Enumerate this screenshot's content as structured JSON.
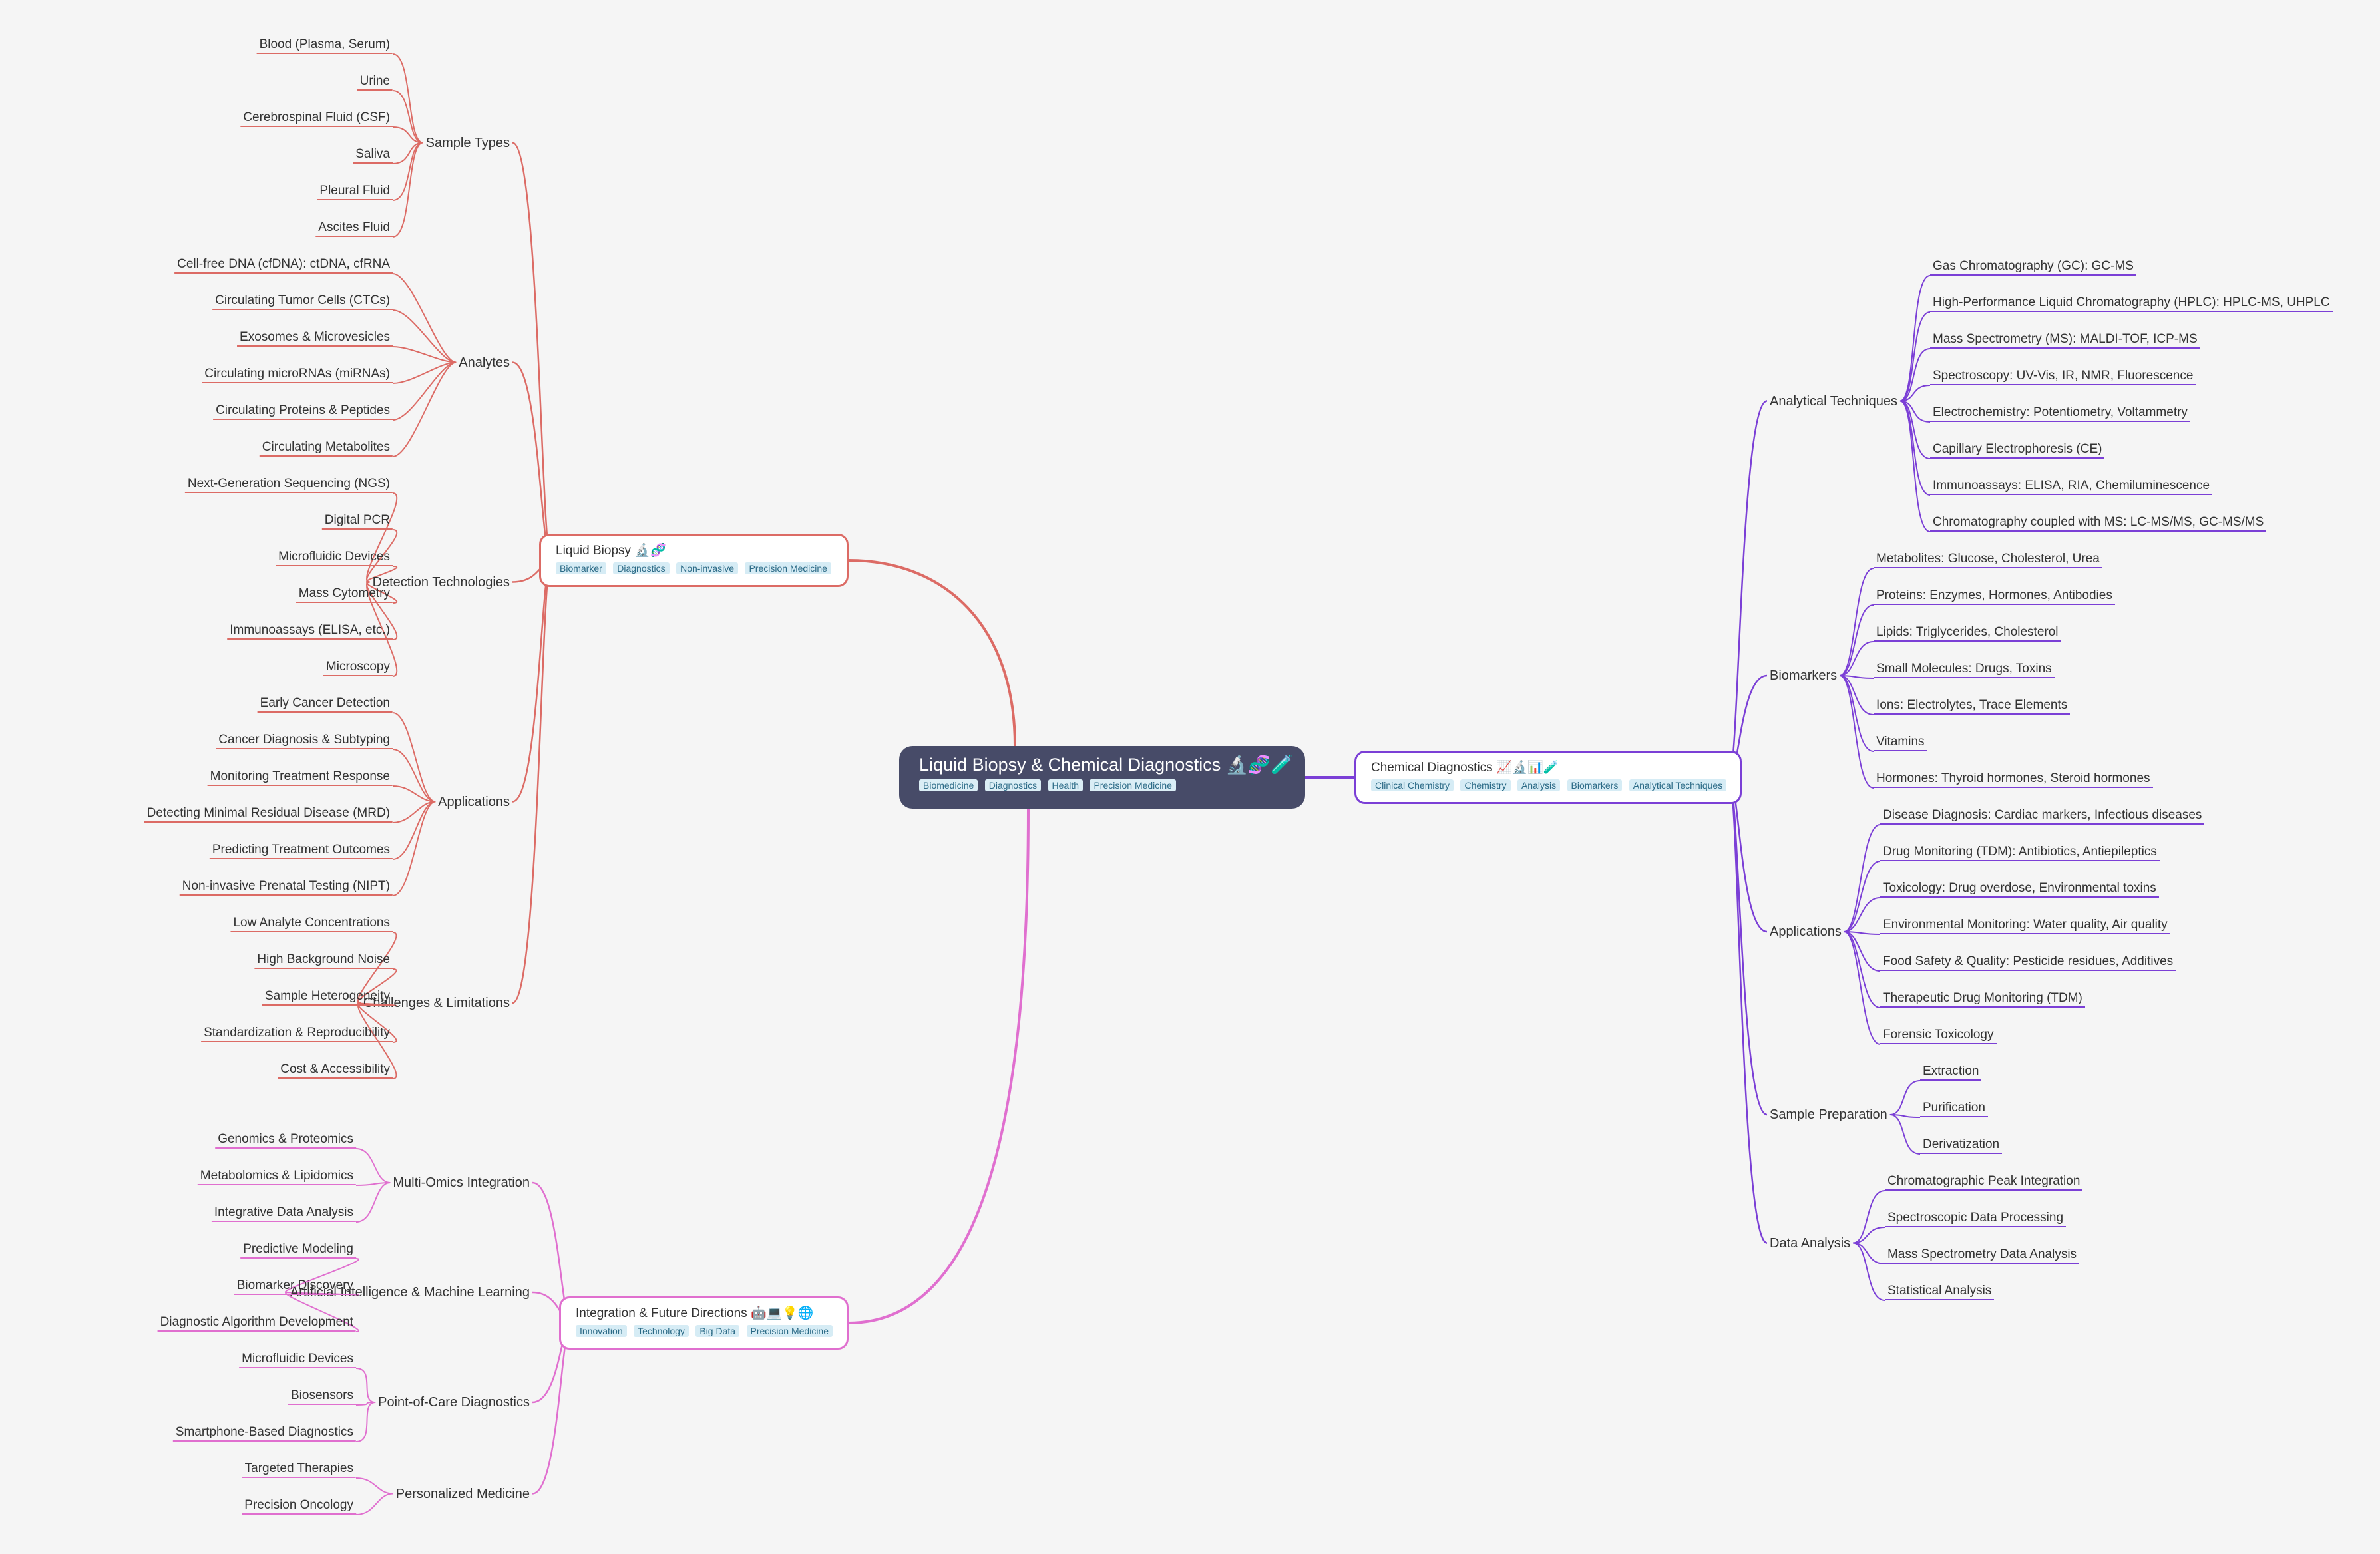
{
  "root": {
    "title": "Liquid Biopsy & Chemical Diagnostics 🔬🧬🧪",
    "tags": [
      "Biomedicine",
      "Diagnostics",
      "Health",
      "Precision Medicine"
    ]
  },
  "colors": {
    "liquid": "#dc6b65",
    "chemical": "#7b3fd6",
    "future": "#e06fcf",
    "root": "#474b68"
  },
  "liquid_biopsy": {
    "title": "Liquid Biopsy 🔬🧬",
    "tags": [
      "Biomarker",
      "Diagnostics",
      "Non-invasive",
      "Precision Medicine"
    ],
    "groups": [
      {
        "label": "Sample Types",
        "items": [
          "Blood (Plasma, Serum)",
          "Urine",
          "Cerebrospinal Fluid (CSF)",
          "Saliva",
          "Pleural Fluid",
          "Ascites Fluid"
        ]
      },
      {
        "label": "Analytes",
        "items": [
          "Cell-free DNA (cfDNA): ctDNA, cfRNA",
          "Circulating Tumor Cells (CTCs)",
          "Exosomes & Microvesicles",
          "Circulating microRNAs (miRNAs)",
          "Circulating Proteins & Peptides",
          "Circulating Metabolites"
        ]
      },
      {
        "label": "Detection Technologies",
        "items": [
          "Next-Generation Sequencing (NGS)",
          "Digital PCR",
          "Microfluidic Devices",
          "Mass Cytometry",
          "Immunoassays (ELISA, etc.)",
          "Microscopy"
        ]
      },
      {
        "label": "Applications",
        "items": [
          "Early Cancer Detection",
          "Cancer Diagnosis & Subtyping",
          "Monitoring Treatment Response",
          "Detecting Minimal Residual Disease (MRD)",
          "Predicting Treatment Outcomes",
          "Non-invasive Prenatal Testing (NIPT)"
        ]
      },
      {
        "label": "Challenges & Limitations",
        "items": [
          "Low Analyte Concentrations",
          "High Background Noise",
          "Sample Heterogeneity",
          "Standardization & Reproducibility",
          "Cost & Accessibility"
        ]
      }
    ]
  },
  "future": {
    "title": "Integration & Future Directions 🤖💻💡🌐",
    "tags": [
      "Innovation",
      "Technology",
      "Big Data",
      "Precision Medicine"
    ],
    "groups": [
      {
        "label": "Multi-Omics Integration",
        "items": [
          "Genomics & Proteomics",
          "Metabolomics & Lipidomics",
          "Integrative Data Analysis"
        ]
      },
      {
        "label": "Artificial Intelligence & Machine Learning",
        "items": [
          "Predictive Modeling",
          "Biomarker Discovery",
          "Diagnostic Algorithm Development"
        ]
      },
      {
        "label": "Point-of-Care Diagnostics",
        "items": [
          "Microfluidic Devices",
          "Biosensors",
          "Smartphone-Based Diagnostics"
        ]
      },
      {
        "label": "Personalized Medicine",
        "items": [
          "Targeted Therapies",
          "Precision Oncology"
        ]
      }
    ]
  },
  "chemical": {
    "title": "Chemical Diagnostics 📈🔬📊🧪",
    "tags": [
      "Clinical Chemistry",
      "Chemistry",
      "Analysis",
      "Biomarkers",
      "Analytical Techniques"
    ],
    "groups": [
      {
        "label": "Analytical Techniques",
        "items": [
          "Gas Chromatography (GC): GC-MS",
          "High-Performance Liquid Chromatography (HPLC): HPLC-MS, UHPLC",
          "Mass Spectrometry (MS): MALDI-TOF, ICP-MS",
          "Spectroscopy: UV-Vis, IR, NMR, Fluorescence",
          "Electrochemistry: Potentiometry, Voltammetry",
          "Capillary Electrophoresis (CE)",
          "Immunoassays: ELISA, RIA, Chemiluminescence",
          "Chromatography coupled with MS: LC-MS/MS, GC-MS/MS"
        ]
      },
      {
        "label": "Biomarkers",
        "items": [
          "Metabolites: Glucose, Cholesterol, Urea",
          "Proteins: Enzymes, Hormones, Antibodies",
          "Lipids: Triglycerides, Cholesterol",
          "Small Molecules: Drugs, Toxins",
          "Ions: Electrolytes, Trace Elements",
          "Vitamins",
          "Hormones: Thyroid hormones, Steroid hormones"
        ]
      },
      {
        "label": "Applications",
        "items": [
          "Disease Diagnosis: Cardiac markers, Infectious diseases",
          "Drug Monitoring (TDM): Antibiotics, Antiepileptics",
          "Toxicology: Drug overdose, Environmental toxins",
          "Environmental Monitoring: Water quality, Air quality",
          "Food Safety & Quality: Pesticide residues, Additives",
          "Therapeutic Drug Monitoring (TDM)",
          "Forensic Toxicology"
        ]
      },
      {
        "label": "Sample Preparation",
        "items": [
          "Extraction",
          "Purification",
          "Derivatization"
        ]
      },
      {
        "label": "Data Analysis",
        "items": [
          "Chromatographic Peak Integration",
          "Spectroscopic Data Processing",
          "Mass Spectrometry Data Analysis",
          "Statistical Analysis"
        ]
      }
    ]
  }
}
